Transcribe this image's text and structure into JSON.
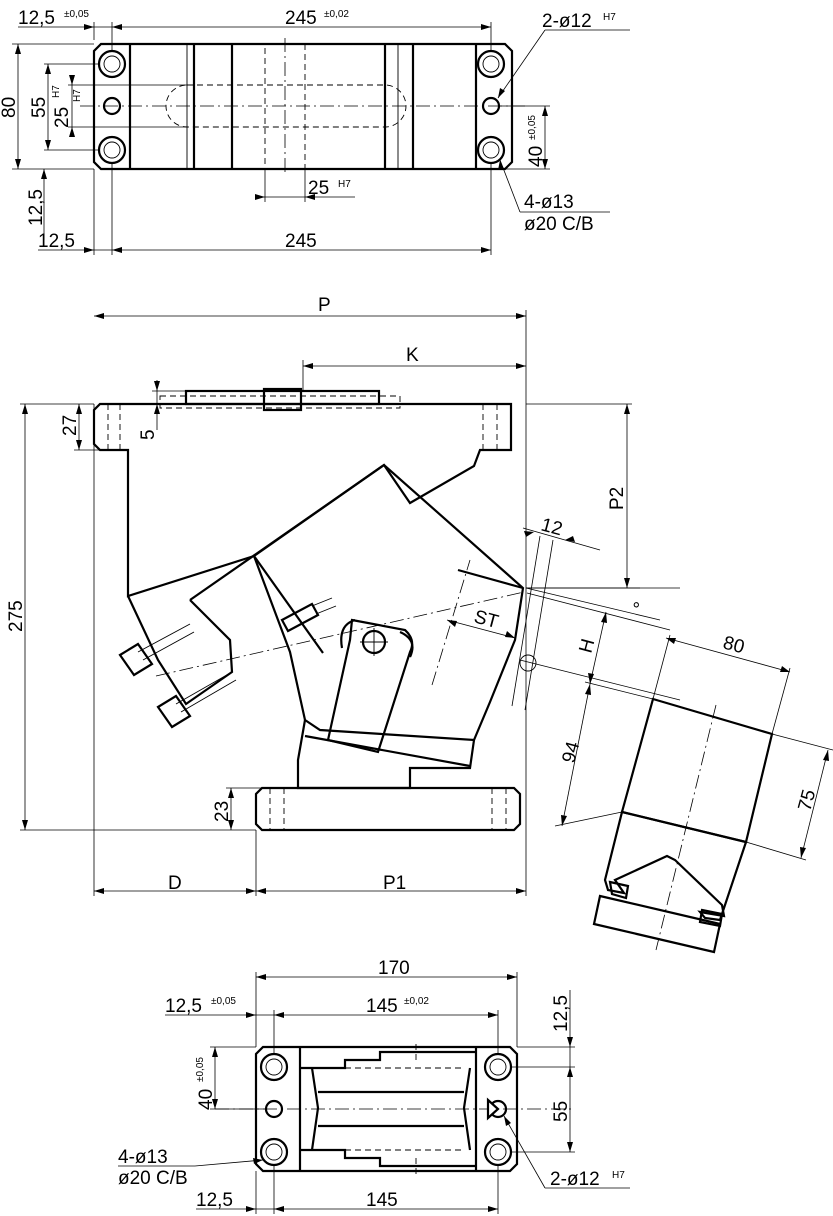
{
  "top_view": {
    "dim_left_offset": "12,5",
    "dim_left_offset_tol": "±0,05",
    "dim_hole_spacing": "245",
    "dim_hole_spacing_tol": "±0,02",
    "dim_pin_hole": "2-ø12",
    "dim_pin_hole_fit": "H7",
    "dim_height": "80",
    "dim_slot_span": "55",
    "dim_slot_span_fit": "H7",
    "dim_slot_width": "25",
    "dim_slot_width_fit": "H7",
    "dim_right_40": "40",
    "dim_right_40_tol": "±0,05",
    "dim_center_slot": "25",
    "dim_center_slot_fit": "H7",
    "dim_bolt_holes": "4-ø13",
    "dim_counterbore": "ø20 C/B",
    "dim_bottom_offset_v": "12,5",
    "dim_bottom_offset_h": "12,5",
    "dim_bottom_span": "245"
  },
  "side_view": {
    "dim_P": "P",
    "dim_K": "K",
    "dim_P2": "P2",
    "dim_P1": "P1",
    "dim_D": "D",
    "dim_total_height": "275",
    "dim_top_plate": "27",
    "dim_recess": "5",
    "dim_base_plate": "23",
    "dim_gap": "12",
    "dim_stroke": "ST",
    "dim_H": "H",
    "dim_angle": "°"
  },
  "jaw_detail": {
    "dim_width": "80",
    "dim_height": "94",
    "dim_depth": "75"
  },
  "bottom_view": {
    "dim_total_width": "170",
    "dim_left_offset": "12,5",
    "dim_left_offset_tol": "±0,05",
    "dim_hole_spacing": "145",
    "dim_hole_spacing_tol": "±0,02",
    "dim_right_offset": "12,5",
    "dim_height_40": "40",
    "dim_height_40_tol": "±0,05",
    "dim_right_55": "55",
    "dim_bolt_holes": "4-ø13",
    "dim_counterbore": "ø20 C/B",
    "dim_pin_hole": "2-ø12",
    "dim_pin_hole_fit": "H7",
    "dim_bottom_offset": "12,5",
    "dim_bottom_span": "145"
  }
}
